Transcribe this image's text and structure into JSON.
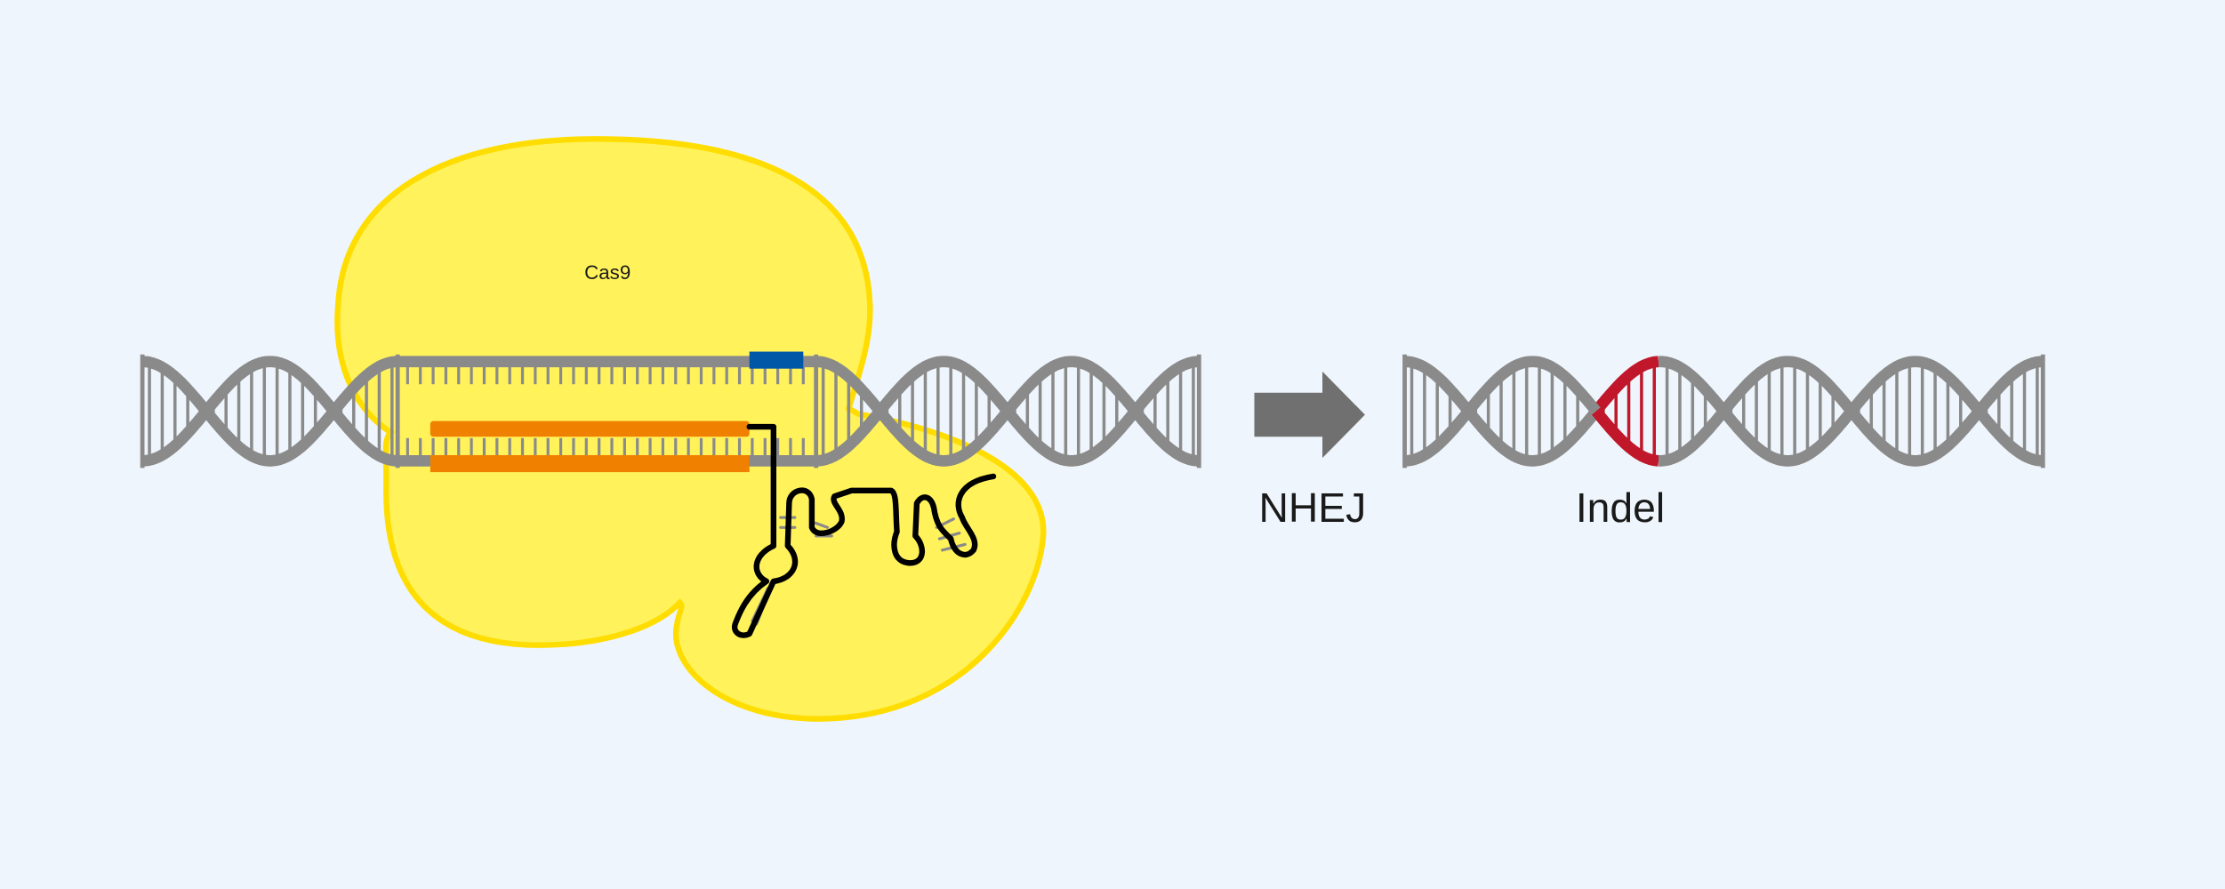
{
  "labels": {
    "protein": "Cas9",
    "process": "NHEJ",
    "result": "Indel"
  },
  "colors": {
    "background": "#EEF5FC",
    "dna": "#8A8A8A",
    "protein_fill": "#FFF25A",
    "protein_outline": "#FFDD00",
    "guide_rna": "#F08000",
    "pam": "#0057A8",
    "indel": "#C0182A",
    "arrow": "#717071",
    "rna_backbone": "#000000"
  }
}
